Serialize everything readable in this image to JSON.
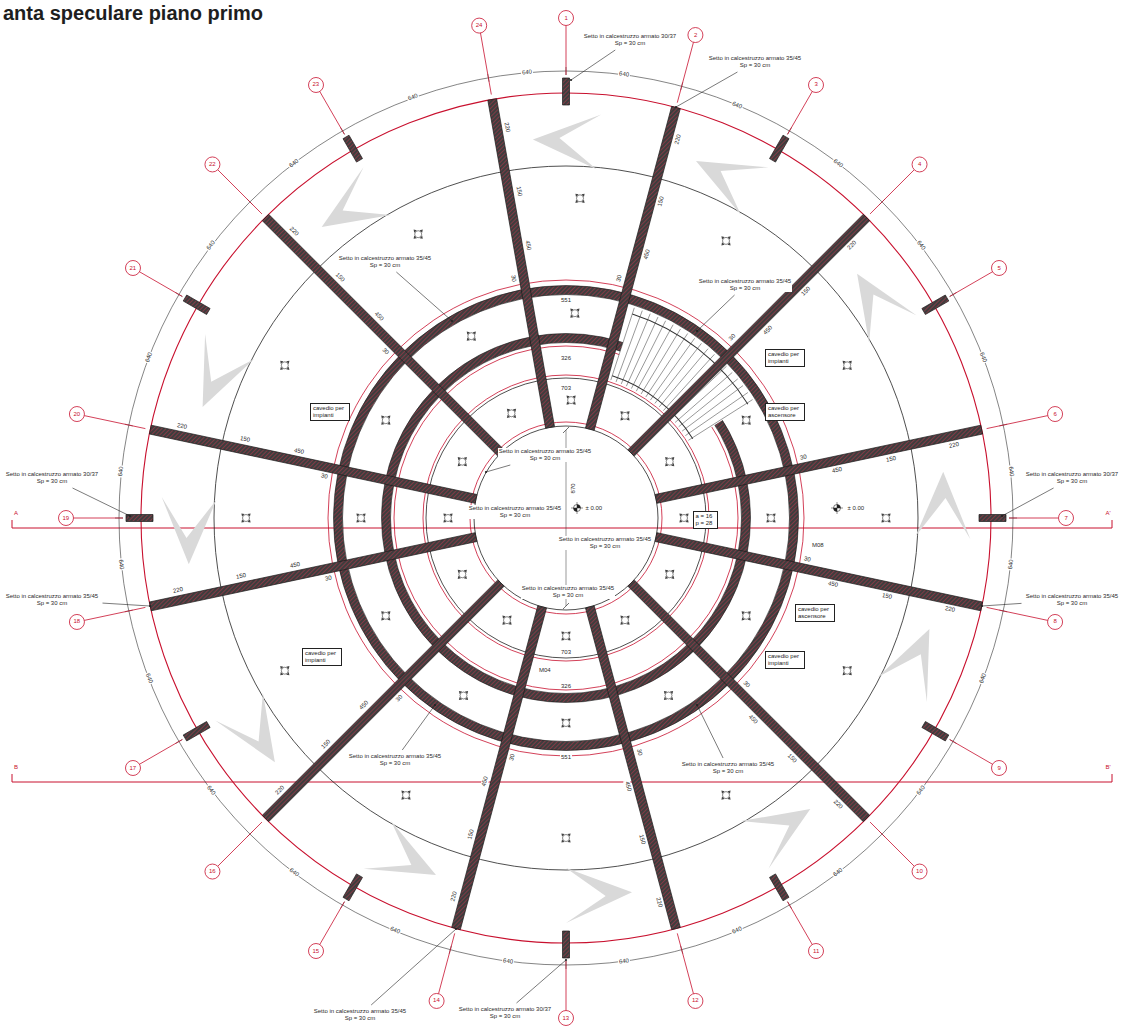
{
  "diagram": {
    "title": "anta speculare piano primo",
    "nodes": [
      {
        "text": [
          "cavedio per impianti"
        ]
      },
      {
        "text": [
          "cavedio per impianti"
        ]
      },
      {
        "text": [
          "cavedio per ascensore"
        ]
      },
      {
        "text": [
          "a = 16 p = 28"
        ]
      },
      {
        "text": [
          "cavedio per ascensore"
        ]
      },
      {
        "text": [
          "cavedio per impianti"
        ]
      },
      {
        "text": [
          "cavedio per impianti"
        ]
      }
    ],
    "labels": [
      "1",
      "2",
      "3",
      "4",
      "5",
      "6",
      "7",
      "8",
      "9",
      "10",
      "11",
      "12",
      "13",
      "14",
      "15",
      "16",
      "17",
      "18",
      "19",
      "20",
      "21",
      "22",
      "23",
      "24",
      "A",
      "A'",
      "B",
      "B'",
      "640",
      "640",
      "640",
      "640",
      "640",
      "640",
      "640",
      "640",
      "640",
      "640",
      "640",
      "640",
      "640",
      "640",
      "640",
      "640",
      "640",
      "640",
      "640",
      "640",
      "640",
      "640",
      "640",
      "640",
      "551",
      "326",
      "703",
      "703",
      "326",
      "551",
      "220",
      "150",
      "450",
      "30",
      "220",
      "150",
      "450",
      "30",
      "220",
      "150",
      "450",
      "30",
      "220",
      "150",
      "450",
      "30",
      "220",
      "150",
      "450",
      "30",
      "220",
      "150",
      "450",
      "30",
      "220",
      "150",
      "450",
      "30",
      "220",
      "150",
      "450",
      "30",
      "220",
      "150",
      "450",
      "30",
      "220",
      "150",
      "450",
      "30",
      "220",
      "150",
      "450",
      "30",
      "220",
      "150",
      "450",
      "30",
      "870",
      "± 0.00",
      "± 0.00",
      "M08",
      "M04",
      "Setto in calcestruzzo armato 30/37 Sp = 30 cm",
      "Setto in calcestruzzo armato 30/37 Sp = 30 cm",
      "Setto in calcestruzzo armato 30/37 Sp = 30 cm",
      "Setto in calcestruzzo armato 30/37 Sp = 30 cm",
      "Setto in calcestruzzo armato 35/45 Sp = 30 cm",
      "Setto in calcestruzzo armato 35/45 Sp = 30 cm",
      "Setto in calcestruzzo armato 35/45 Sp = 30 cm",
      "Setto in calcestruzzo armato 35/45 Sp = 30 cm",
      "Setto in calcestruzzo armato 35/45 Sp = 30 cm",
      "Setto in calcestruzzo armato 35/45 Sp = 30 cm",
      "Setto in calcestruzzo armato 35/45 Sp = 30 cm",
      "Setto in calcestruzzo armato 35/45 Sp = 30 cm",
      "Setto in calcestruzzo armato 35/45 Sp = 30 cm",
      "Setto in calcestruzzo armato 35/45 Sp = 30 cm",
      "Setto in calcestruzzo armato 35/45 Sp = 30 cm",
      "Setto in calcestruzzo armato 35/45 Sp = 30 cm"
    ]
  }
}
